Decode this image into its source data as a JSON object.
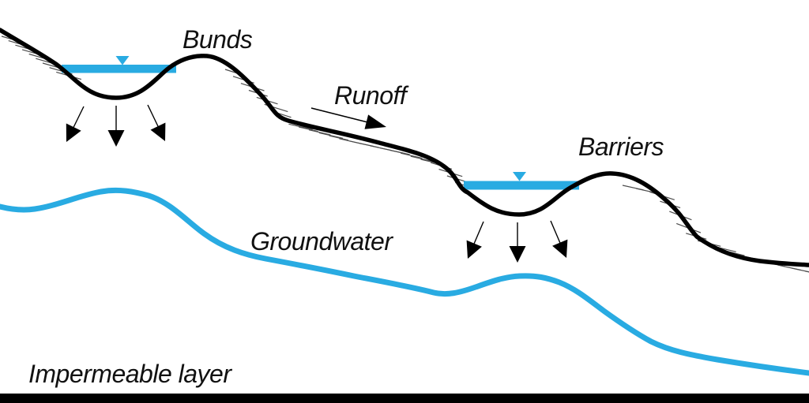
{
  "figure": {
    "labels": {
      "bunds": "Bunds",
      "runoff": "Runoff",
      "barriers": "Barriers",
      "groundwater": "Groundwater",
      "impermeable_layer": "Impermeable layer"
    },
    "colors": {
      "water": "#29abe2",
      "terrain": "#000000",
      "hatch": "#4d4d4d",
      "arrow": "#000000",
      "impermeable_bar": "#000000",
      "background": "#ffffff"
    },
    "icons": {
      "water_level_marker": "downward-triangle",
      "infiltration_arrow": "solid-head-down-arrow",
      "runoff_arrow": "solid-head-right-arrow"
    }
  }
}
